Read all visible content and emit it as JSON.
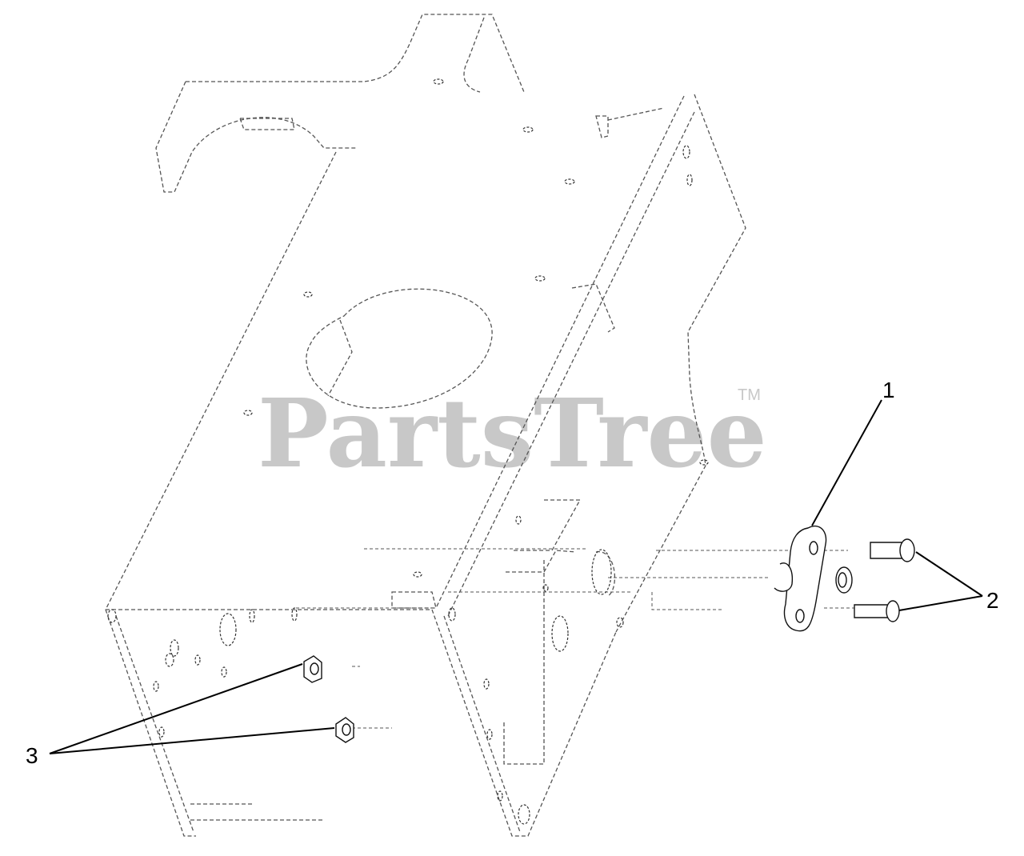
{
  "watermark": {
    "text": "PartsTree",
    "trademark": "TM"
  },
  "callouts": [
    {
      "label": "1"
    },
    {
      "label": "2"
    },
    {
      "label": "3"
    }
  ]
}
